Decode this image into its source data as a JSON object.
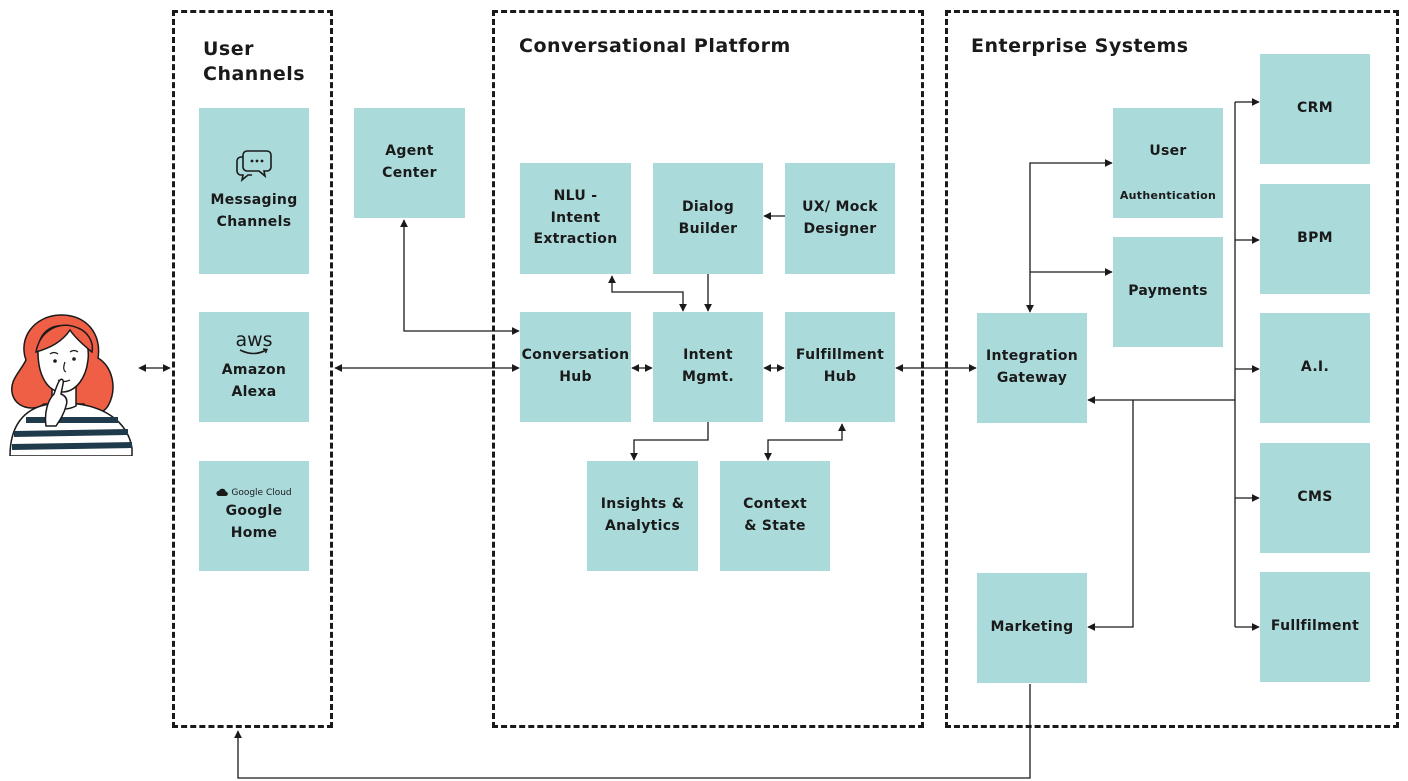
{
  "regions": {
    "user_channels": {
      "title": "User\nChannels"
    },
    "conversational_platform": {
      "title": "Conversational Platform"
    },
    "enterprise_systems": {
      "title": "Enterprise Systems"
    }
  },
  "nodes": {
    "messaging": {
      "label": "Messaging\nChannels",
      "icon": "chat-bubble-icon"
    },
    "alexa": {
      "label": "Amazon\nAlexa",
      "logo_text": "aws",
      "icon": "aws-logo"
    },
    "google": {
      "label": "Google\nHome",
      "logo_text": "Google Cloud",
      "icon": "google-cloud-logo"
    },
    "agent_center": {
      "label": "Agent\nCenter"
    },
    "nlu": {
      "label": "NLU -\nIntent\nExtraction"
    },
    "dialog_builder": {
      "label": "Dialog\nBuilder"
    },
    "ux_mock": {
      "label": "UX/ Mock\nDesigner"
    },
    "conversation_hub": {
      "label": "Conversation\nHub"
    },
    "intent_mgmt": {
      "label": "Intent\nMgmt."
    },
    "fulfillment_hub": {
      "label": "Fulfillment\nHub"
    },
    "insights": {
      "label": "Insights &\nAnalytics"
    },
    "context_state": {
      "label": "Context\n& State"
    },
    "user_auth": {
      "label": "User",
      "label_small": "Authentication"
    },
    "payments": {
      "label": "Payments"
    },
    "integration_gateway": {
      "label": "Integration\nGateway"
    },
    "marketing": {
      "label": "Marketing"
    },
    "crm": {
      "label": "CRM"
    },
    "bpm": {
      "label": "BPM"
    },
    "ai": {
      "label": "A.I."
    },
    "cms": {
      "label": "CMS"
    },
    "fullfilment": {
      "label": "Fullfilment"
    }
  },
  "colors": {
    "box_fill": "#abdadb",
    "line": "#1a1a1a",
    "person_hair": "#ee5f45",
    "person_stripes": "#1f3a4a"
  }
}
